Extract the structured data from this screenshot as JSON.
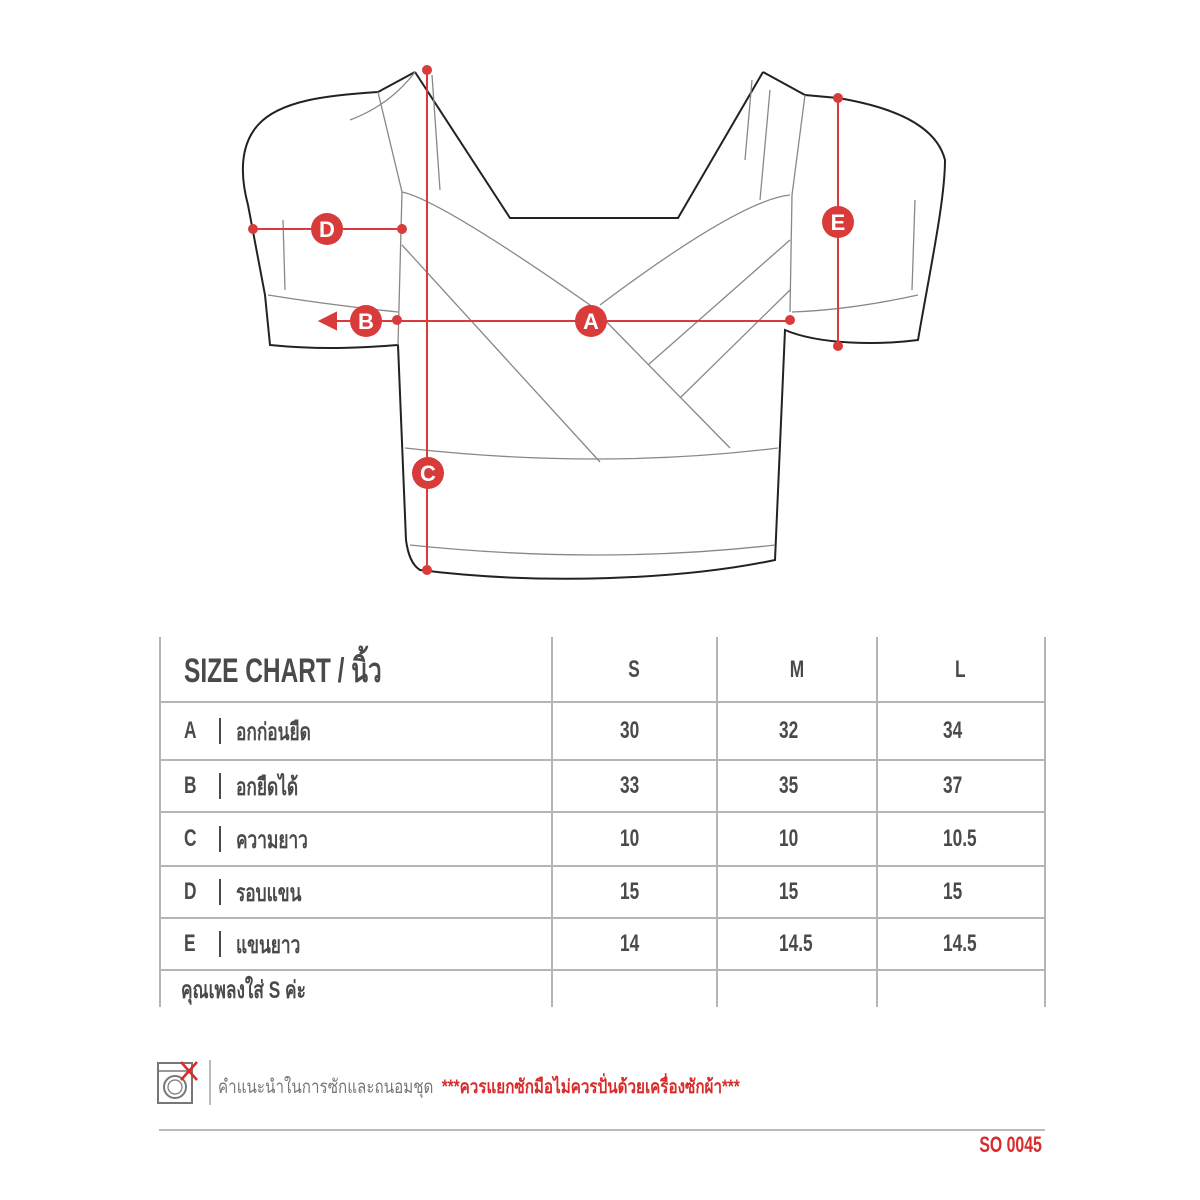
{
  "diagram": {
    "markers": [
      "A",
      "B",
      "C",
      "D",
      "E"
    ],
    "accent_color": "#d93a3a"
  },
  "table": {
    "title": "SIZE CHART / นิ้ว",
    "sizes": [
      "S",
      "M",
      "L"
    ],
    "rows": [
      {
        "key": "A",
        "label": "อกก่อนยืด",
        "values": [
          "30",
          "32",
          "34"
        ]
      },
      {
        "key": "B",
        "label": "อกยืดได้",
        "values": [
          "33",
          "35",
          "37"
        ]
      },
      {
        "key": "C",
        "label": "ความยาว",
        "values": [
          "10",
          "10",
          "10.5"
        ]
      },
      {
        "key": "D",
        "label": "รอบแขน",
        "values": [
          "15",
          "15",
          "15"
        ]
      },
      {
        "key": "E",
        "label": "แขนยาว",
        "values": [
          "14",
          "14.5",
          "14.5"
        ]
      }
    ],
    "note": "คุณเพลงใส่  S ค่ะ"
  },
  "care": {
    "icon": "no-machine-wash-icon",
    "text": "คำแนะนำในการซักและถนอมชุด",
    "warning": "***ควรแยกซักมือไม่ควรปั่นด้วยเครื่องซักผ้า***"
  },
  "product_code": "SO 0045"
}
